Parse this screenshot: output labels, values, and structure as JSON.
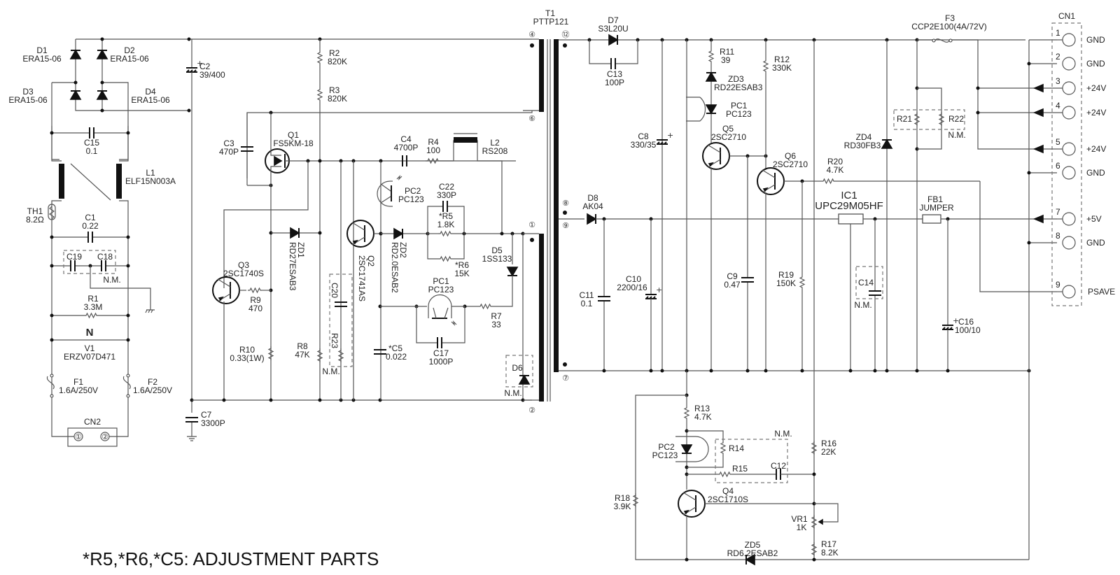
{
  "schematic": {
    "note": "*R5,*R6,*C5: ADJUSTMENT PARTS",
    "not_mounted": "N.M.",
    "transformer": {
      "ref": "T1",
      "part": "PTTP121",
      "pins": [
        "④",
        "⑫",
        "⑥",
        "⑧",
        "⑨",
        "①",
        "⑦",
        "②"
      ]
    },
    "primary": {
      "D1": {
        "ref": "D1",
        "value": "ERA15-06"
      },
      "D2": {
        "ref": "D2",
        "value": "ERA15-06"
      },
      "D3": {
        "ref": "D3",
        "value": "ERA15-06"
      },
      "D4": {
        "ref": "D4",
        "value": "ERA15-06"
      },
      "C15": {
        "ref": "C15",
        "value": "0.1"
      },
      "L1": {
        "ref": "L1",
        "value": "ELF15N003A"
      },
      "TH1": {
        "ref": "TH1",
        "value": "8.2Ω"
      },
      "C1": {
        "ref": "C1",
        "value": "0.22"
      },
      "C19": {
        "ref": "C19"
      },
      "C18": {
        "ref": "C18"
      },
      "R1": {
        "ref": "R1",
        "value": "3.3M"
      },
      "V1": {
        "ref": "V1",
        "value": "ERZV07D471",
        "glyph": "N"
      },
      "F1": {
        "ref": "F1",
        "value": "1.6A/250V"
      },
      "F2": {
        "ref": "F2",
        "value": "1.6A/250V"
      },
      "CN2": {
        "ref": "CN2",
        "pins": [
          "①",
          "②"
        ]
      },
      "C2": {
        "ref": "C2",
        "value": "39/400"
      },
      "C7": {
        "ref": "C7",
        "value": "3300P"
      },
      "R2": {
        "ref": "R2",
        "value": "820K"
      },
      "R3": {
        "ref": "R3",
        "value": "820K"
      },
      "C3": {
        "ref": "C3",
        "value": "470P"
      },
      "Q1": {
        "ref": "Q1",
        "value": "FS5KM-18"
      },
      "Q3": {
        "ref": "Q3",
        "value": "2SC1740S"
      },
      "R9": {
        "ref": "R9",
        "value": "470"
      },
      "R10": {
        "ref": "R10",
        "value": "0.33(1W)"
      },
      "ZD1": {
        "ref": "ZD1",
        "value": "RD27ESAB3"
      },
      "R8": {
        "ref": "R8",
        "value": "47K"
      },
      "C20": {
        "ref": "C20"
      },
      "R23": {
        "ref": "R23"
      },
      "Q2": {
        "ref": "Q2",
        "value": "2SC1741AS"
      },
      "C4": {
        "ref": "C4",
        "value": "4700P"
      },
      "R4": {
        "ref": "R4",
        "value": "100"
      },
      "L2": {
        "ref": "L2",
        "value": "RS208"
      },
      "PC2a": {
        "ref": "PC2",
        "value": "PC123"
      },
      "C22": {
        "ref": "C22",
        "value": "330P"
      },
      "R5": {
        "ref": "*R5",
        "value": "1.8K"
      },
      "R6": {
        "ref": "*R6",
        "value": "15K"
      },
      "ZD2": {
        "ref": "ZD2",
        "value": "RD2.0ESAB2"
      },
      "D5": {
        "ref": "D5",
        "value": "1SS133"
      },
      "PC1a": {
        "ref": "PC1",
        "value": "PC123"
      },
      "R7": {
        "ref": "R7",
        "value": "33"
      },
      "C5": {
        "ref": "*C5",
        "value": "0.022"
      },
      "C17": {
        "ref": "C17",
        "value": "1000P"
      },
      "D6": {
        "ref": "D6"
      }
    },
    "secondary": {
      "D7": {
        "ref": "D7",
        "value": "S3L20U"
      },
      "C13": {
        "ref": "C13",
        "value": "100P"
      },
      "D8": {
        "ref": "D8",
        "value": "AK04"
      },
      "C8": {
        "ref": "C8",
        "value": "330/35"
      },
      "C11": {
        "ref": "C11",
        "value": "0.1"
      },
      "C10": {
        "ref": "C10",
        "value": "2200/16"
      },
      "R11": {
        "ref": "R11",
        "value": "39"
      },
      "ZD3": {
        "ref": "ZD3",
        "value": "RD22ESAB3"
      },
      "PC1b": {
        "ref": "PC1",
        "value": "PC123"
      },
      "Q5": {
        "ref": "Q5",
        "value": "2SC2710"
      },
      "R12": {
        "ref": "R12",
        "value": "330K"
      },
      "Q6": {
        "ref": "Q6",
        "value": "2SC2710"
      },
      "C9": {
        "ref": "C9",
        "value": "0.47"
      },
      "R19": {
        "ref": "R19",
        "value": "150K"
      },
      "R20": {
        "ref": "R20",
        "value": "4.7K"
      },
      "IC1": {
        "ref": "IC1",
        "value": "UPC29M05HF"
      },
      "C14": {
        "ref": "C14"
      },
      "ZD4": {
        "ref": "ZD4",
        "value": "RD30FB3"
      },
      "FB1": {
        "ref": "FB1",
        "value": "JUMPER"
      },
      "C16": {
        "ref": "C16",
        "value": "100/10"
      },
      "F3": {
        "ref": "F3",
        "value": "CCP2E100(4A/72V)"
      },
      "R21": {
        "ref": "R21"
      },
      "R22": {
        "ref": "R22"
      },
      "R13": {
        "ref": "R13",
        "value": "4.7K"
      },
      "PC2b": {
        "ref": "PC2",
        "value": "PC123"
      },
      "R14": {
        "ref": "R14"
      },
      "R15": {
        "ref": "R15"
      },
      "C12": {
        "ref": "C12"
      },
      "Q4": {
        "ref": "Q4",
        "value": "2SC1710S"
      },
      "R16": {
        "ref": "R16",
        "value": "22K"
      },
      "R18": {
        "ref": "R18",
        "value": "3.9K"
      },
      "VR1": {
        "ref": "VR1",
        "value": "1K"
      },
      "R17": {
        "ref": "R17",
        "value": "8.2K"
      },
      "ZD5": {
        "ref": "ZD5",
        "value": "RD6.2ESAB2"
      }
    },
    "CN1": {
      "ref": "CN1",
      "pins": [
        {
          "num": "1",
          "signal": "GND"
        },
        {
          "num": "2",
          "signal": "GND"
        },
        {
          "num": "3",
          "signal": "+24V"
        },
        {
          "num": "4",
          "signal": "+24V"
        },
        {
          "num": "5",
          "signal": "+24V"
        },
        {
          "num": "6",
          "signal": "GND"
        },
        {
          "num": "7",
          "signal": "+5V"
        },
        {
          "num": "8",
          "signal": "GND"
        },
        {
          "num": "9",
          "signal": "PSAVE"
        }
      ]
    }
  }
}
